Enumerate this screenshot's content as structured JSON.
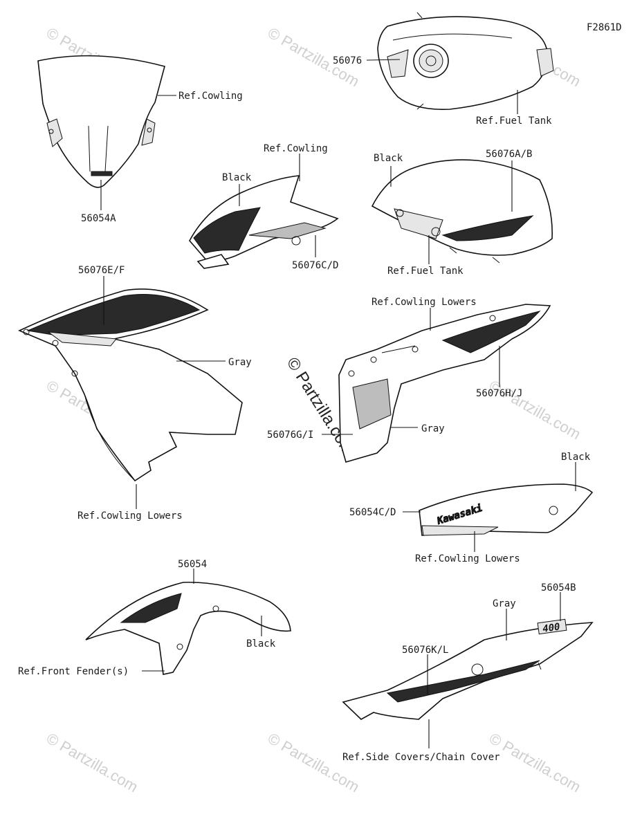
{
  "diagram_code": "F2861D",
  "callouts": {
    "ref_cowling_1": "Ref.Cowling",
    "part_56054A": "56054A",
    "part_56076": "56076",
    "ref_fuel_tank_1": "Ref.Fuel Tank",
    "ref_cowling_2": "Ref.Cowling",
    "black_1": "Black",
    "part_56076CD": "56076C/D",
    "black_2": "Black",
    "part_56076AB": "56076A/B",
    "ref_fuel_tank_2": "Ref.Fuel Tank",
    "part_56076EF": "56076E/F",
    "gray_1": "Gray",
    "ref_cowling_lowers_1": "Ref.Cowling Lowers",
    "ref_cowling_lowers_2": "Ref.Cowling Lowers",
    "part_56076HJ": "56076H/J",
    "part_56076GI": "56076G/I",
    "gray_2": "Gray",
    "black_3": "Black",
    "part_56054CD": "56054C/D",
    "ref_cowling_lowers_3": "Ref.Cowling Lowers",
    "part_56054": "56054",
    "black_4": "Black",
    "ref_front_fender": "Ref.Front Fender(s)",
    "part_56054B": "56054B",
    "gray_3": "Gray",
    "part_56076KL": "56076K/L",
    "ref_side_covers": "Ref.Side Covers/Chain Cover"
  },
  "decal_texts": {
    "kawasaki": "Kawasaki",
    "model": "400"
  },
  "watermarks": {
    "symbol": "©",
    "text": "Partzilla.com"
  },
  "colors": {
    "line": "#111111",
    "watermark": "#cfcfcf"
  }
}
